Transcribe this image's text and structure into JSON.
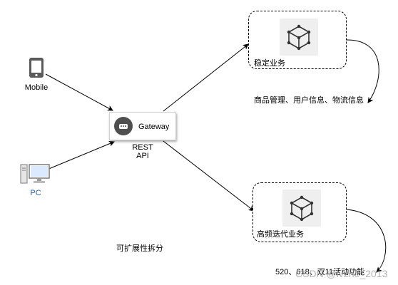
{
  "nodes": {
    "mobile": {
      "label": "Mobile"
    },
    "pc": {
      "label": "PC",
      "color": "#2a5db0"
    },
    "gateway": {
      "label": "Gateway",
      "caption_line1": "REST",
      "caption_line2": "API"
    },
    "stable": {
      "label": "稳定业务",
      "desc": "商品管理、用户信息、物流信息"
    },
    "highfreq": {
      "label": "高频迭代业务",
      "desc": "520、618、双11活动功能"
    }
  },
  "caption": "可扩展性拆分",
  "watermark": "CSDN @lvzhe_2013"
}
